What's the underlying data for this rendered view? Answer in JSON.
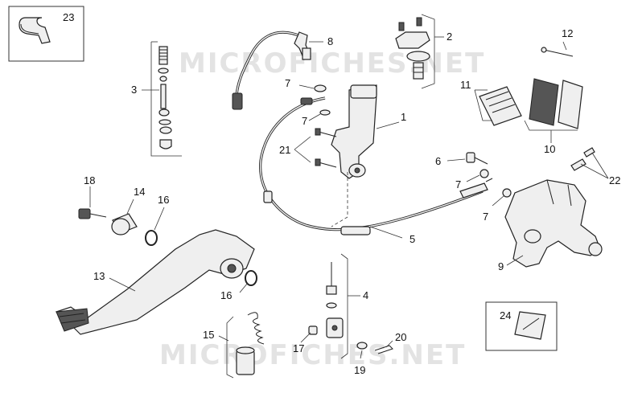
{
  "watermark": "MICROFICHES.NET",
  "callouts": [
    {
      "id": "c23",
      "label": "23"
    },
    {
      "id": "c8",
      "label": "8"
    },
    {
      "id": "c2",
      "label": "2"
    },
    {
      "id": "c12",
      "label": "12"
    },
    {
      "id": "c3",
      "label": "3"
    },
    {
      "id": "c7a",
      "label": "7"
    },
    {
      "id": "c11",
      "label": "11"
    },
    {
      "id": "c1",
      "label": "1"
    },
    {
      "id": "c7b",
      "label": "7"
    },
    {
      "id": "c21",
      "label": "21"
    },
    {
      "id": "c10",
      "label": "10"
    },
    {
      "id": "c6",
      "label": "6"
    },
    {
      "id": "c22",
      "label": "22"
    },
    {
      "id": "c7c",
      "label": "7"
    },
    {
      "id": "c18",
      "label": "18"
    },
    {
      "id": "c14",
      "label": "14"
    },
    {
      "id": "c16a",
      "label": "16"
    },
    {
      "id": "c7d",
      "label": "7"
    },
    {
      "id": "c5",
      "label": "5"
    },
    {
      "id": "c9",
      "label": "9"
    },
    {
      "id": "c13",
      "label": "13"
    },
    {
      "id": "c16b",
      "label": "16"
    },
    {
      "id": "c4",
      "label": "4"
    },
    {
      "id": "c24",
      "label": "24"
    },
    {
      "id": "c15",
      "label": "15"
    },
    {
      "id": "c20",
      "label": "20"
    },
    {
      "id": "c17",
      "label": "17"
    },
    {
      "id": "c19",
      "label": "19"
    }
  ]
}
